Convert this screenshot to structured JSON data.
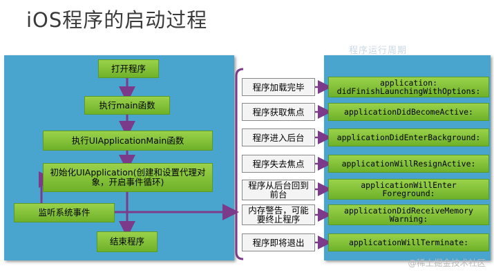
{
  "title": "iOS程序的启动过程",
  "right_header": "程序运行周期",
  "flow_steps": {
    "open": "打开程序",
    "main": "执行main函数",
    "uiappmain": "执行UIApplicationMain函数",
    "init": "初始化UIApplication(创建和设置代理对象，开启事件循环)",
    "listen": "监听系统事件",
    "end": "结束程序"
  },
  "events": [
    {
      "label": "程序加载完毕",
      "method": "application:\ndidFinishLaunchingWithOptions:"
    },
    {
      "label": "程序获取焦点",
      "method": "applicationDidBecomeActive:"
    },
    {
      "label": "程序进入后台",
      "method": "applicationDidEnterBackground:"
    },
    {
      "label": "程序失去焦点",
      "method": "applicationWillResignActive:"
    },
    {
      "label": "程序从后台回到前台",
      "method": "applicationWillEnter\nForeground:"
    },
    {
      "label": "内存警告，可能要终止程序",
      "method": "applicationDidReceiveMemory\nWarning:"
    },
    {
      "label": "程序即将退出",
      "method": "applicationWillTerminate:"
    }
  ],
  "watermark": "@稀土掘金技术社区",
  "colors": {
    "panel": "#4aa5ce",
    "box": "#7cbf34",
    "arrow": "#7b3b8a"
  }
}
